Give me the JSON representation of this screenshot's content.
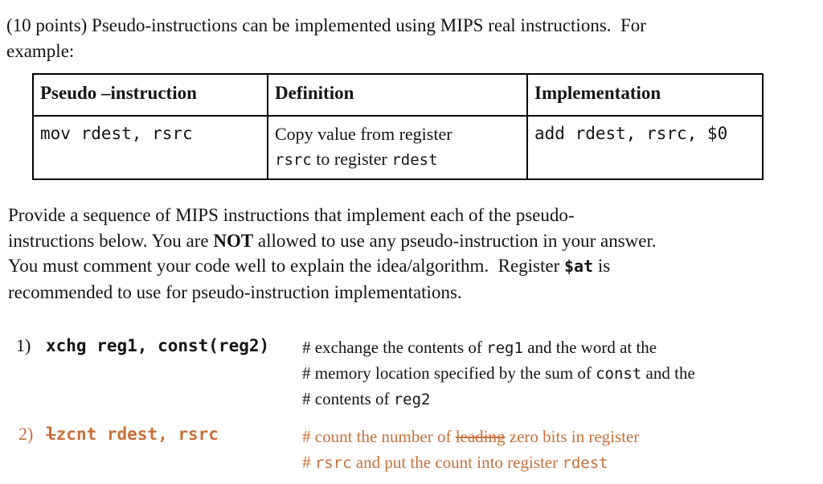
{
  "colors": {
    "text": "#141414",
    "accent_orange": "#c8703a",
    "table_border": "#000000"
  },
  "intro": {
    "line1": "(10 points) Pseudo-instructions can be implemented using MIPS real instructions.  For",
    "line2": "example:"
  },
  "table": {
    "headers": [
      "Pseudo –instruction",
      "Definition",
      "Implementation"
    ],
    "row": {
      "pseudo": "mov rdest, rsrc",
      "definition": {
        "line1": "Copy value from register",
        "code1": "rsrc",
        "mid": " to register ",
        "code2": "rdest"
      },
      "implementation": "add rdest, rsrc, $0"
    }
  },
  "prompt": {
    "line1": "Provide a sequence of MIPS instructions that implement each of the pseudo-",
    "line2_pre": "instructions below. You are ",
    "line2_bold": "NOT",
    "line2_post": " allowed to use any pseudo-instruction in your answer.",
    "line3_pre": "You must comment your code well to explain the idea/algorithm.  Register ",
    "line3_code": "$at",
    "line3_post": " is",
    "line4": "recommended to use for pseudo-instruction implementations."
  },
  "items": [
    {
      "number": "1)",
      "code": "xchg reg1, const(reg2)",
      "comments": [
        {
          "pre": "# exchange the contents of ",
          "code": "reg1",
          "post": " and the word at the"
        },
        {
          "pre": "# memory location specified by the sum of ",
          "code": "const",
          "post": " and the"
        },
        {
          "pre": "# contents of ",
          "code": "reg2",
          "post": ""
        }
      ]
    },
    {
      "number": "2)",
      "code_struck": "l",
      "code_rest": "zcnt rdest, rsrc",
      "comments": [
        {
          "pre": "# count the number of ",
          "struck": "leading",
          "post": " zero bits in register"
        },
        {
          "pre": "# ",
          "code1": "rsrc",
          "mid": " and put the count into register ",
          "code2": "rdest"
        }
      ]
    }
  ]
}
